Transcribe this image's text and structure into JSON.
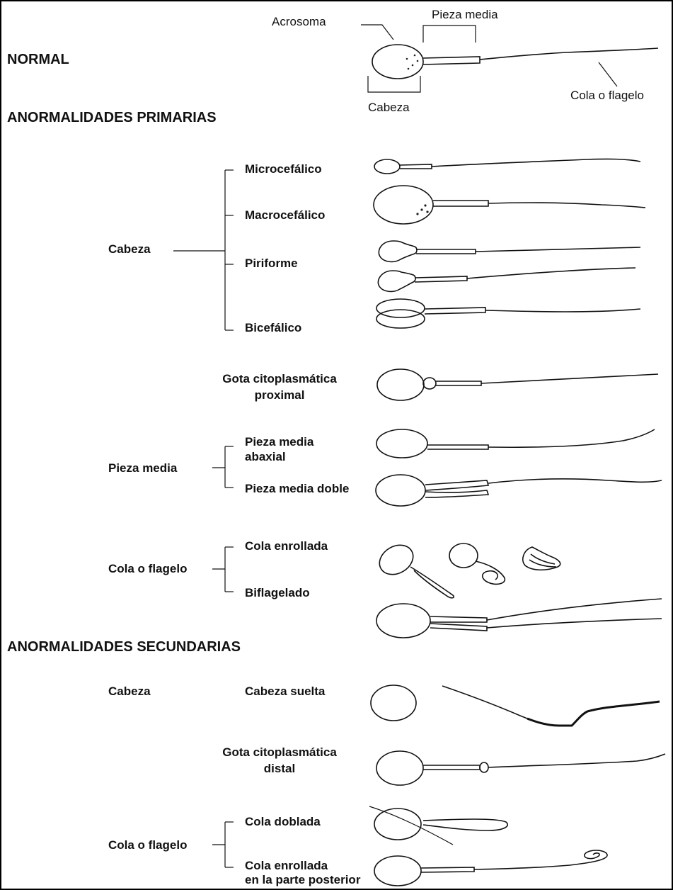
{
  "sections": {
    "normal": "NORMAL",
    "primary": "ANORMALIDADES PRIMARIAS",
    "secondary": "ANORMALIDADES SECUNDARIAS"
  },
  "normal_parts": {
    "acrosome": "Acrosoma",
    "midpiece": "Pieza media",
    "head": "Cabeza",
    "tail": "Cola o flagelo"
  },
  "primary": {
    "head_group": "Cabeza",
    "head_items": [
      "Microcefálico",
      "Macrocefálico",
      "Piriforme",
      "Bicefálico"
    ],
    "droplet_line1": "Gota citoplasmática",
    "droplet_line2": "proximal",
    "midpiece_group": "Pieza media",
    "midpiece_items": [
      "Pieza media",
      "abaxial",
      "Pieza media doble"
    ],
    "tail_group": "Cola o flagelo",
    "tail_items": [
      "Cola enrollada",
      "Biflagelado"
    ]
  },
  "secondary": {
    "head_group": "Cabeza",
    "head_item": "Cabeza suelta",
    "droplet_line1": "Gota citoplasmática",
    "droplet_line2": "distal",
    "tail_group": "Cola o flagelo",
    "tail_items": [
      "Cola doblada",
      "Cola enrollada",
      "en la parte posterior"
    ]
  }
}
